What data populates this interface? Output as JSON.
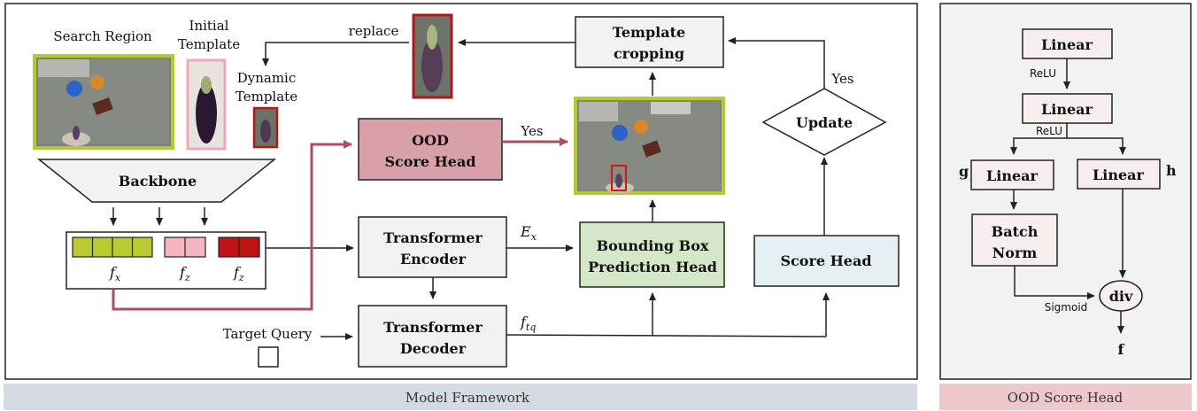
{
  "left_panel": {
    "caption": "Model Framework",
    "labels": {
      "search_region": "Search Region",
      "initial_template_1": "Initial",
      "initial_template_2": "Template",
      "dynamic_template_1": "Dynamic",
      "dynamic_template_2": "Template",
      "replace": "replace",
      "target_query": "Target Query",
      "yes_ood": "Yes",
      "yes_update": "Yes"
    },
    "boxes": {
      "backbone": "Backbone",
      "ood_score_head_1": "OOD",
      "ood_score_head_2": "Score Head",
      "transformer_encoder_1": "Transformer",
      "transformer_encoder_2": "Encoder",
      "transformer_decoder_1": "Transformer",
      "transformer_decoder_2": "Decoder",
      "bbox_head_1": "Bounding Box",
      "bbox_head_2": "Prediction Head",
      "score_head": "Score Head",
      "template_cropping_1": "Template",
      "template_cropping_2": "cropping",
      "update": "Update"
    },
    "features": {
      "fx": "f",
      "fx_sub": "x",
      "fz1": "f",
      "fz1_sub": "z",
      "fz2": "f",
      "fz2_sub": "z",
      "ex": "E",
      "ex_sub": "x",
      "ftq": "f",
      "ftq_sub": "tq"
    },
    "colors": {
      "search_border": "#b8c832",
      "initial_border": "#f0a8b8",
      "dynamic_border": "#b01818",
      "ood_fill": "#d8a0a8",
      "bbox_fill": "#d4e8c8",
      "score_fill": "#e4f0f4",
      "ood_arrow": "#a8505c",
      "fx_cell": "#b8cc30",
      "fz_initial_cell": "#f4b4c0",
      "fz_dynamic_cell": "#c01414"
    }
  },
  "right_panel": {
    "caption": "OOD Score Head",
    "boxes": {
      "linear_1": "Linear",
      "linear_2": "Linear",
      "linear_g": "Linear",
      "linear_h": "Linear",
      "batch_norm_1": "Batch",
      "batch_norm_2": "Norm",
      "div": "div"
    },
    "labels": {
      "relu_1": "ReLU",
      "relu_2": "ReLU",
      "g": "g",
      "h": "h",
      "sigmoid": "Sigmoid",
      "f": "f"
    }
  }
}
